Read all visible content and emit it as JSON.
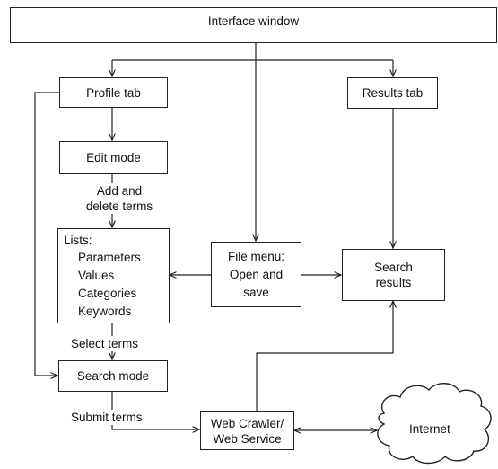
{
  "nodes": {
    "interface_window": "Interface window",
    "profile_tab": "Profile tab",
    "results_tab": "Results tab",
    "edit_mode": "Edit mode",
    "lists": {
      "title": "Lists:",
      "items": [
        "Parameters",
        "Values",
        "Categories",
        "Keywords"
      ]
    },
    "file_menu": [
      "File menu:",
      "Open and",
      "save"
    ],
    "search_results": [
      "Search",
      "results"
    ],
    "search_mode": "Search mode",
    "web_crawler": [
      "Web Crawler/",
      "Web Service"
    ],
    "internet": "Internet"
  },
  "edge_labels": {
    "add_delete": [
      "Add and",
      "delete terms"
    ],
    "select_terms": "Select terms",
    "submit_terms": "Submit terms"
  }
}
